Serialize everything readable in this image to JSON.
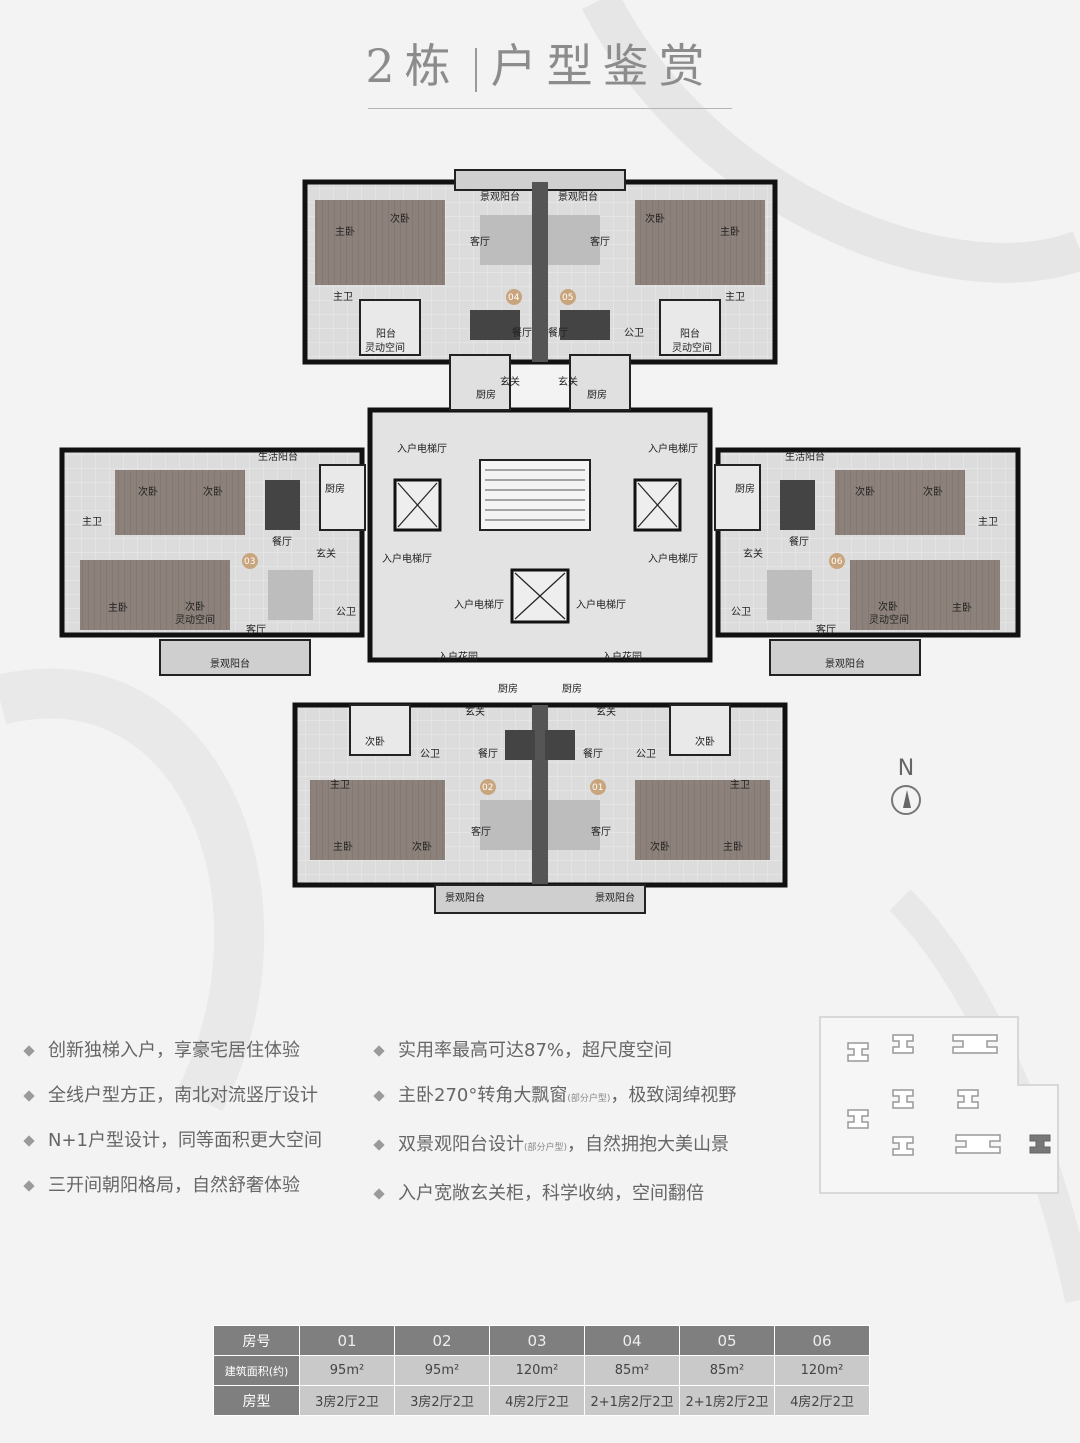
{
  "header": {
    "building": "2栋",
    "title": "户型鉴赏"
  },
  "plan": {
    "room_labels": {
      "balcony_view": "景观阳台",
      "living": "客厅",
      "dining": "餐厅",
      "kitchen": "厨房",
      "foyer": "玄关",
      "master_bed": "主卧",
      "second_bed": "次卧",
      "master_bath": "主卫",
      "public_bath": "公卫",
      "balcony": "阳台",
      "flex_space": "灵动空间",
      "service_balcony": "生活阳台",
      "lift_lobby": "入户电梯厅",
      "entry_garden": "入户花园",
      "second_bed_flex": "次卧\n灵动空间"
    },
    "unit_numbers": [
      "01",
      "02",
      "03",
      "04",
      "05",
      "06"
    ]
  },
  "compass": {
    "label": "N"
  },
  "features": {
    "left": [
      {
        "text": "创新独梯入户，享豪宅居住体验"
      },
      {
        "text": "全线户型方正，南北对流竖厅设计"
      },
      {
        "text": "N+1户型设计，同等面积更大空间"
      },
      {
        "text": "三开间朝阳格局，自然舒奢体验"
      }
    ],
    "right": [
      {
        "text": "实用率最高可达87%，超尺度空间",
        "note": ""
      },
      {
        "text": "主卧270°转角大飘窗",
        "note": "(部分户型)",
        "tail": "，极致阔绰视野"
      },
      {
        "text": "双景观阳台设计",
        "note": "(部分户型)",
        "tail": "，自然拥抱大美山景"
      },
      {
        "text": "入户宽敞玄关柜，科学收纳，空间翻倍",
        "note": ""
      }
    ]
  },
  "table": {
    "row_headers": [
      "房号",
      "建筑面积(约)",
      "房型"
    ],
    "units": [
      "01",
      "02",
      "03",
      "04",
      "05",
      "06"
    ],
    "areas": [
      "95m²",
      "95m²",
      "120m²",
      "85m²",
      "85m²",
      "120m²"
    ],
    "types": [
      "3房2厅2卫",
      "3房2厅2卫",
      "4房2厅2卫",
      "2+1房2厅2卫",
      "2+1房2厅2卫",
      "4房2厅2卫"
    ]
  },
  "colors": {
    "background": "#f3f3f3",
    "wall": "#1a1a1a",
    "floor": "#d8d8d8",
    "wood": "#8a7f78",
    "table_header": "#7f7f7f",
    "table_cell": "#c9c9c9"
  }
}
